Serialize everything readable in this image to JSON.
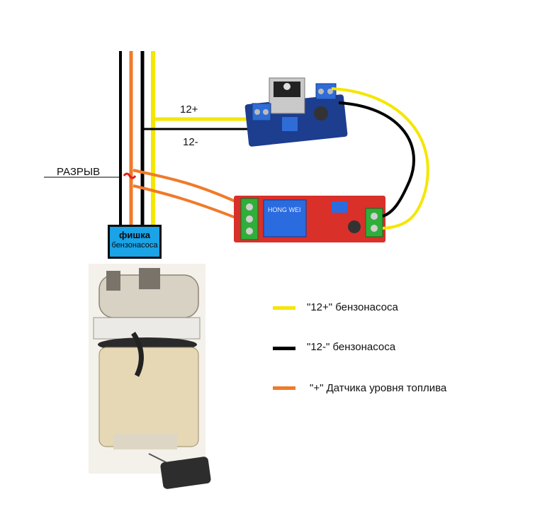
{
  "labels": {
    "break": "РАЗРЫВ",
    "wire_plus": "12+",
    "wire_minus": "12-",
    "connector_line1": "фишка",
    "connector_line2": "бензонасоса",
    "relay_brand": "HONG WEI"
  },
  "legend": [
    {
      "text": "\"12+\" бензонасоса",
      "color": "#f5e600"
    },
    {
      "text": "\"12-\" бензонасоса",
      "color": "#000000"
    },
    {
      "text": "\"+\" Датчика уровня топлива",
      "color": "#f07a2a"
    }
  ],
  "colors": {
    "yellow": "#f5e600",
    "black": "#000000",
    "orange": "#f07a2a",
    "relay_board": "#d9302a",
    "terminal": "#2fae3a",
    "converter_board": "#1d3d8f",
    "connector": "#1aa3e6"
  }
}
